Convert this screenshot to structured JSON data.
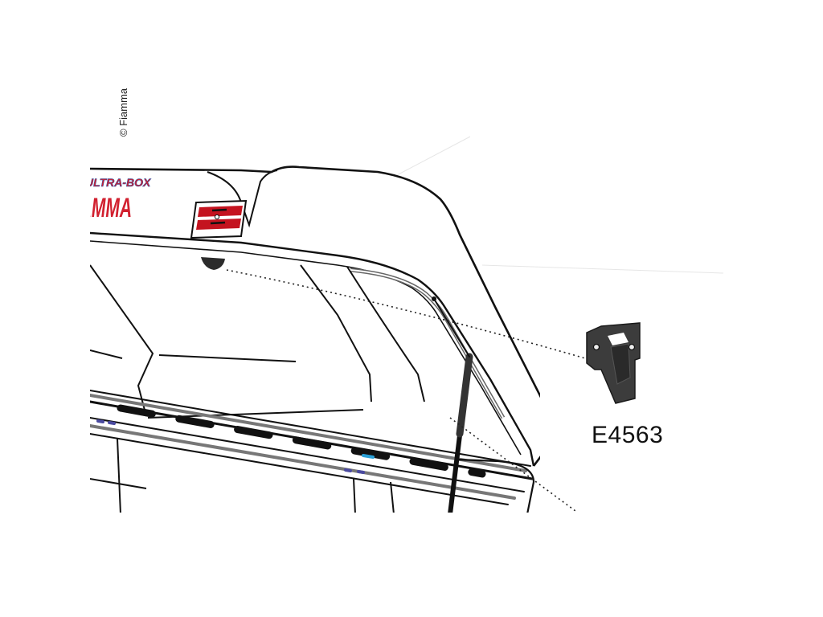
{
  "copyright": "© Fiamma",
  "brand": {
    "ultra_box": "ULTRA-BOX",
    "fiamma": "FIAMMA",
    "red": "#d1202f",
    "blue": "#1f4fa8"
  },
  "part": {
    "code": "E4563"
  },
  "colors": {
    "line": "#111111",
    "part_body": "#3c3c3c",
    "accent_blue": "#2a9fd6"
  }
}
